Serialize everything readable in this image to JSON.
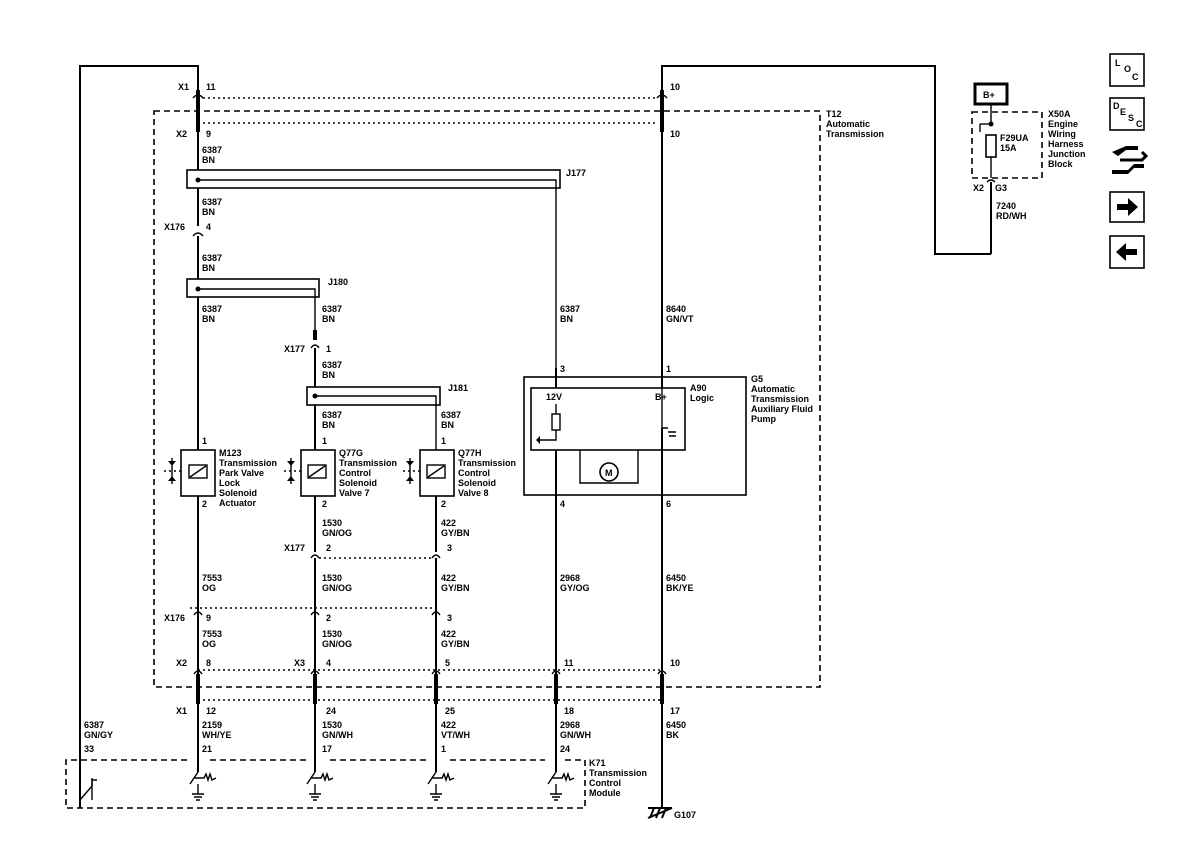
{
  "nav": {
    "loc": {
      "l": "L",
      "o": "O",
      "c": "C"
    },
    "desc": {
      "d": "D",
      "e": "E",
      "s": "S",
      "c": "C"
    }
  },
  "fuse_block": {
    "supply": "B+",
    "fuse_name": "F29UA",
    "fuse_rating": "15A",
    "name": [
      "X50A",
      "Engine",
      "Wiring",
      "Harness",
      "Junction",
      "Block"
    ],
    "connector": "X2",
    "pin": "G3",
    "wire": [
      "7240",
      "RD/WH"
    ]
  },
  "module_t12": [
    "T12",
    "Automatic",
    "Transmission"
  ],
  "module_k71": [
    "K71",
    "Transmission",
    "Control",
    "Module"
  ],
  "pump": {
    "name": [
      "G5",
      "Automatic",
      "Transmission",
      "Auxiliary Fluid",
      "Pump"
    ],
    "logic": [
      "A90",
      "Logic"
    ],
    "v12": "12V",
    "bplus": "B+",
    "motor": "M",
    "pin_in12": "3",
    "pin_inb": "1",
    "pin_out1": "4",
    "pin_out2": "6"
  },
  "splices": [
    "J177",
    "J180",
    "J181"
  ],
  "solenoids": [
    {
      "name": [
        "M123",
        "Transmission",
        "Park Valve",
        "Lock",
        "Solenoid",
        "Actuator"
      ],
      "pin_top": "1",
      "pin_bottom": "2"
    },
    {
      "name": [
        "Q77G",
        "Transmission",
        "Control",
        "Solenoid",
        "Valve 7"
      ],
      "pin_top": "1",
      "pin_bottom": "2"
    },
    {
      "name": [
        "Q77H",
        "Transmission",
        "Control",
        "Solenoid",
        "Valve 8"
      ],
      "pin_top": "1",
      "pin_bottom": "2"
    }
  ],
  "connectors": {
    "x1_top": {
      "name": "X1",
      "pin_a": "11",
      "pin_b": "10"
    },
    "x2_top": {
      "name": "X2",
      "pin_a": "9",
      "pin_b": "10"
    },
    "x176_top": {
      "name": "X176",
      "pin": "4"
    },
    "x177_top": {
      "name": "X177",
      "pin": "1"
    },
    "x177_bottom": {
      "name": "X177",
      "pin_a": "2",
      "pin_b": "3"
    },
    "x176_bottom": {
      "name": "X176",
      "pin_a": "9",
      "pin_b": "2",
      "pin_c": "3"
    },
    "x2_bottom": {
      "name": "X2",
      "pin_a": "8"
    },
    "x3_bottom": {
      "name": "X3",
      "pin_a": "4",
      "pin_b": "5",
      "pin_c": "11",
      "pin_d": "10"
    },
    "x1_bottom": {
      "name": "X1",
      "pin_a": "12",
      "pin_b": "24",
      "pin_c": "25",
      "pin_d": "18",
      "pin_e": "17"
    }
  },
  "wires": {
    "w6387_top1": [
      "6387",
      "BN"
    ],
    "w6387_top2": [
      "6387",
      "BN"
    ],
    "w6387_top3": [
      "6387",
      "BN"
    ],
    "w6387_a": [
      "6387",
      "BN"
    ],
    "w6387_b": [
      "6387",
      "BN"
    ],
    "w6387_c": [
      "6387",
      "BN"
    ],
    "w6387_d": [
      "6387",
      "BN"
    ],
    "w6387_e": [
      "6387",
      "BN"
    ],
    "w6387_pump": [
      "6387",
      "BN"
    ],
    "w8640": [
      "8640",
      "GN/VT"
    ],
    "w1530_a": [
      "1530",
      "GN/OG"
    ],
    "w422_a": [
      "422",
      "GY/BN"
    ],
    "w7553_a": [
      "7553",
      "OG"
    ],
    "w1530_b": [
      "1530",
      "GN/OG"
    ],
    "w422_b": [
      "422",
      "GY/BN"
    ],
    "w2968_a": [
      "2968",
      "GY/OG"
    ],
    "w6450_a": [
      "6450",
      "BK/YE"
    ],
    "w7553_b": [
      "7553",
      "OG"
    ],
    "w1530_c": [
      "1530",
      "GN/OG"
    ],
    "w422_c": [
      "422",
      "GY/BN"
    ],
    "w6387_gngy": [
      "6387",
      "GN/GY"
    ],
    "w2159": [
      "2159",
      "WH/YE"
    ],
    "w1530_d": [
      "1530",
      "GN/WH"
    ],
    "w422_d": [
      "422",
      "VT/WH"
    ],
    "w2968_b": [
      "2968",
      "GN/WH"
    ],
    "w6450_b": [
      "6450",
      "BK"
    ]
  },
  "k71_pins": {
    "p33": "33",
    "p21": "21",
    "p17": "17",
    "p1": "1",
    "p24": "24"
  },
  "ground": "G107"
}
